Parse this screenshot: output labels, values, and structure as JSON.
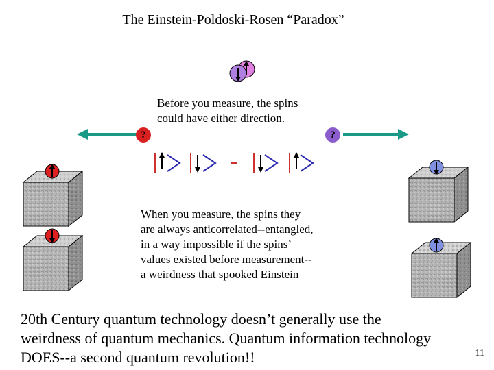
{
  "slide": {
    "title": "The Einstein-Poldoski-Rosen “Paradox”",
    "before_caption_line1": "Before you measure, the spins",
    "before_caption_line2": "could have either direction.",
    "question_left": "?",
    "question_right": "?",
    "minus": "-",
    "after_caption": [
      "When you measure, the spins they",
      "are always anticorrelated--entangled,",
      "in a way impossible if the spins’",
      "values existed before measurement--",
      "a weirdness that spooked Einstein"
    ],
    "bottom_text": [
      "20th Century quantum technology doesn’t generally use the",
      "weirdness of quantum mechanics.  Quantum information technology",
      "DOES--a second quantum revolution!!"
    ],
    "page_number": "11"
  },
  "colors": {
    "arrow_teal": "#1a9a86",
    "question_red": "#d82020",
    "question_purple": "#8a5ccc",
    "ket_blue": "#2a2ab0",
    "ket_bar_red": "#d03030",
    "spin_pink": "#e080e0",
    "spin_violet": "#b080e0",
    "spin_red": "#e02020",
    "spin_blue": "#8090e0"
  },
  "icons": {
    "paired_spins": "paired-spin-icon",
    "spin_up": "arrow-up-icon",
    "spin_down": "arrow-down-icon",
    "detector": "cube-icon"
  }
}
